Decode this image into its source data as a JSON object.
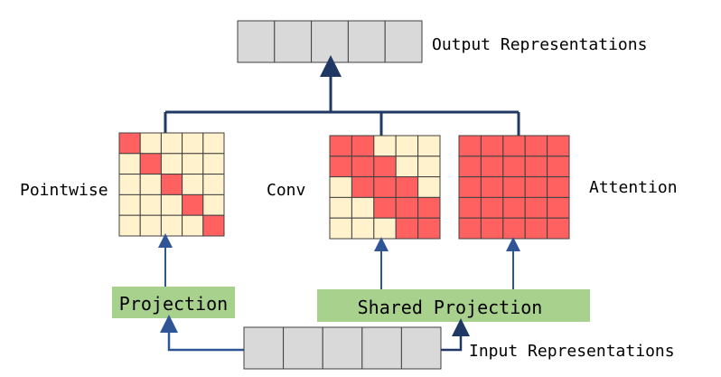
{
  "output_label": "Output Representations",
  "input_label": "Input Representations",
  "projection_label": "Projection",
  "shared_projection_label": "Shared Projection",
  "matrices": [
    {
      "id": "pointwise",
      "label": "Pointwise",
      "cells": [
        [
          1,
          0,
          0,
          0,
          0
        ],
        [
          0,
          1,
          0,
          0,
          0
        ],
        [
          0,
          0,
          1,
          0,
          0
        ],
        [
          0,
          0,
          0,
          1,
          0
        ],
        [
          0,
          0,
          0,
          0,
          1
        ]
      ]
    },
    {
      "id": "conv",
      "label": "Conv",
      "cells": [
        [
          1,
          1,
          0,
          0,
          0
        ],
        [
          1,
          1,
          1,
          0,
          0
        ],
        [
          0,
          1,
          1,
          1,
          0
        ],
        [
          0,
          0,
          1,
          1,
          1
        ],
        [
          0,
          0,
          0,
          1,
          1
        ]
      ]
    },
    {
      "id": "attention",
      "label": "Attention",
      "cells": [
        [
          1,
          1,
          1,
          1,
          1
        ],
        [
          1,
          1,
          1,
          1,
          1
        ],
        [
          1,
          1,
          1,
          1,
          1
        ],
        [
          1,
          1,
          1,
          1,
          1
        ],
        [
          1,
          1,
          1,
          1,
          1
        ]
      ]
    }
  ],
  "colors": {
    "active_cell": "#ff6060",
    "inactive_cell": "#fff2cc",
    "vector_cell": "#d9d9d9",
    "projection_box": "#a9d18e",
    "connector": "#1f3864",
    "arrow_up": "#2f5597"
  }
}
